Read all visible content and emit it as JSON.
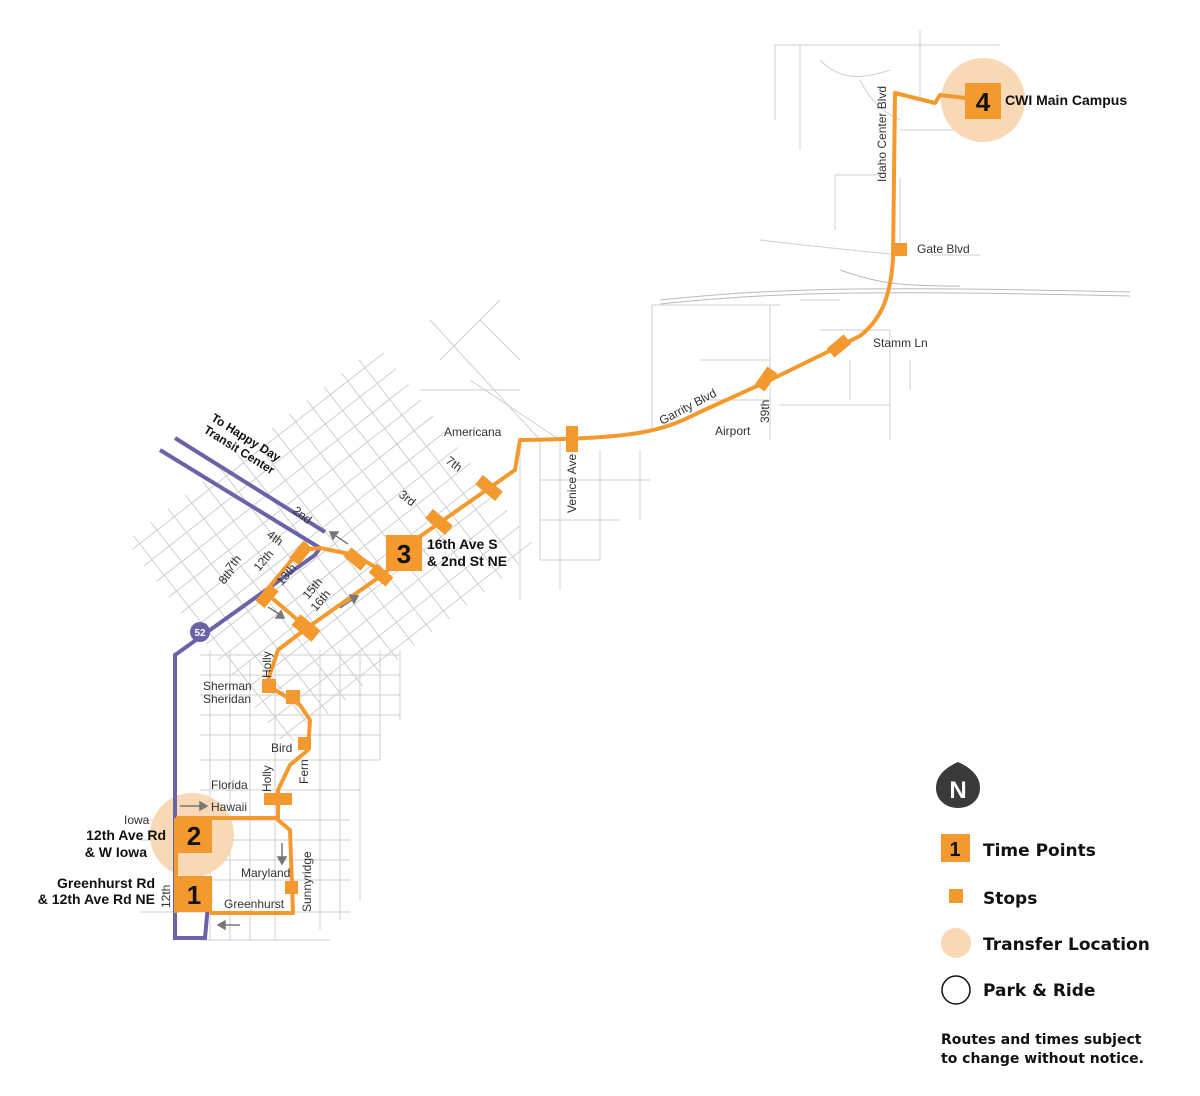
{
  "colors": {
    "route": "#F4992E",
    "connector_route": "#6A63A8",
    "transfer": "#F9D9B5",
    "grid": "#CFCFCF"
  },
  "time_points": [
    {
      "number": "1",
      "label_lines": [
        "Greenhurst Rd",
        "& 12th Ave Rd NE"
      ]
    },
    {
      "number": "2",
      "label_lines": [
        "12th Ave Rd",
        "& W Iowa"
      ]
    },
    {
      "number": "3",
      "label_lines": [
        "16th Ave S",
        "& 2nd St NE"
      ]
    },
    {
      "number": "4",
      "label_lines": [
        "CWI Main Campus"
      ]
    }
  ],
  "route_badge": "52",
  "connector_label_lines": [
    "To Happy Day",
    "Transit Center"
  ],
  "streets": {
    "idaho_center": "Idaho Center Blvd",
    "gate": "Gate Blvd",
    "stamm": "Stamm Ln",
    "garrity": "Garrity Blvd",
    "airport": "Airport",
    "th39": "39th",
    "americana": "Americana",
    "th7": "7th",
    "rd3": "3rd",
    "venice": "Venice Ave",
    "nd2": "2nd",
    "th4": "4th",
    "th12": "12th",
    "th13": "13th",
    "th15": "15th",
    "th16": "16th",
    "th7b": "7th",
    "th8": "8th",
    "holly": "Holly",
    "sherman": "Sherman",
    "sheridan": "Sheridan",
    "bird": "Bird",
    "fern": "Fern",
    "florida": "Florida",
    "holly2": "Holly",
    "hawaii": "Hawaii",
    "iowa": "Iowa",
    "maryland": "Maryland",
    "sunnyridge": "Sunnyridge",
    "greenhurst": "Greenhurst",
    "th12b": "12th"
  },
  "legend": {
    "compass": "N",
    "time_points": {
      "sample": "1",
      "label": "Time Points"
    },
    "stops": "Stops",
    "transfer": "Transfer Location",
    "park_ride": "Park & Ride",
    "note_lines": [
      "Routes and times subject",
      "to change without notice."
    ]
  }
}
